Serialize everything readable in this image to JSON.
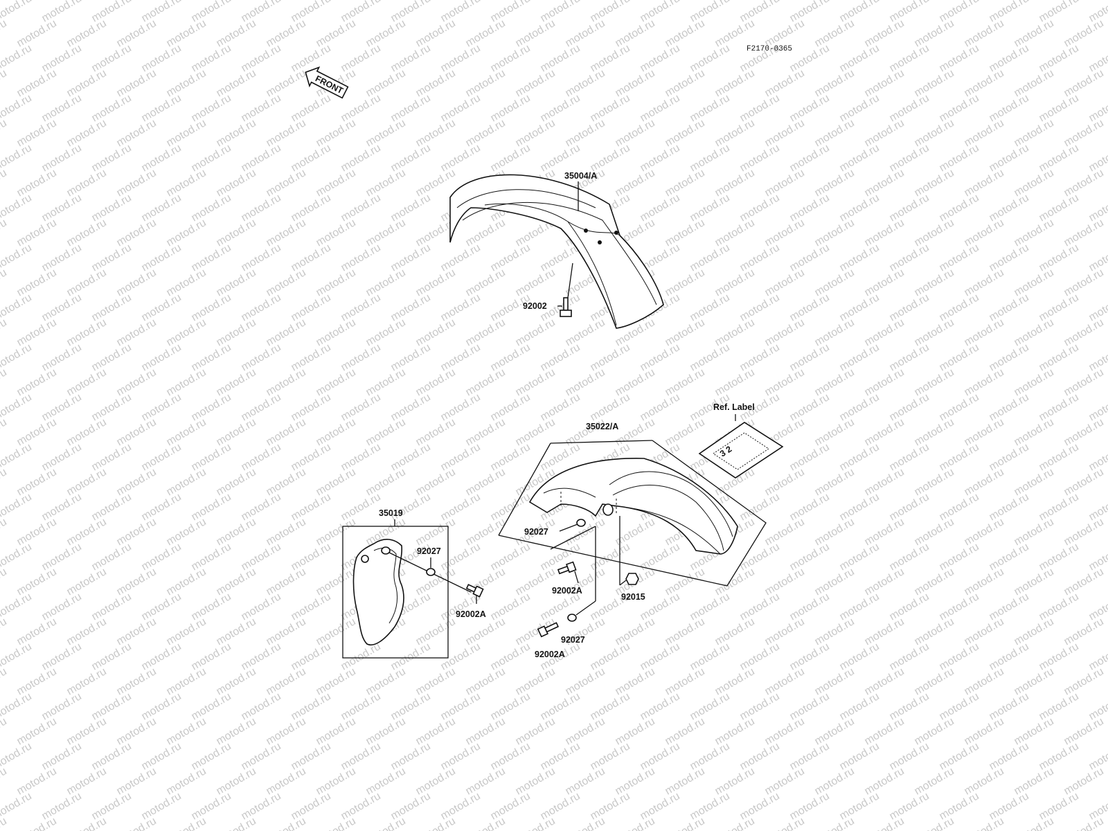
{
  "watermark": {
    "text": "motod.ru",
    "color": "#c8c8c8"
  },
  "diagram_code": "F2170-0365",
  "front_arrow": {
    "label": "FRONT",
    "icon": "front-direction-arrow-icon"
  },
  "parts": {
    "front_fender": "35004/A",
    "front_fender_bolt": "92002",
    "rear_fender": "35022/A",
    "ref_label": "Ref. Label",
    "side_cover": "35019",
    "side_cover_washer": "92027",
    "side_cover_bolt": "92002A",
    "rear_washer_upper": "92027",
    "rear_bolt_mid": "92002A",
    "rear_nut": "92015",
    "rear_washer_lower": "92027",
    "rear_bolt_lower": "92002A"
  },
  "ref_label_decal_text": "3 2"
}
